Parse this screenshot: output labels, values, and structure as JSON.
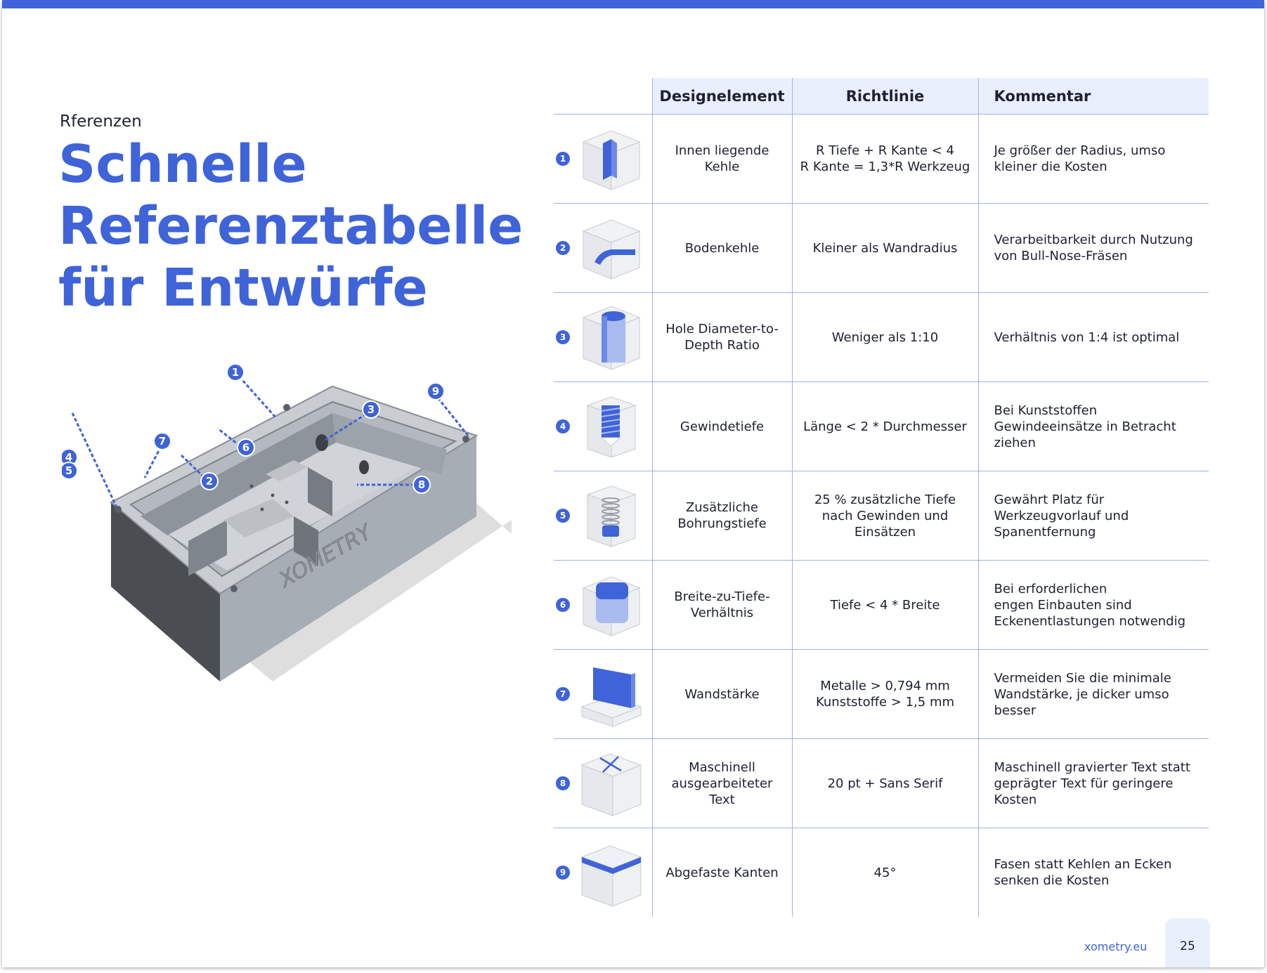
{
  "header": {
    "eyebrow": "Rferenzen",
    "title_lines": [
      "Schnelle",
      "Referenztabelle",
      "für Entwürfe"
    ]
  },
  "part_illustration": {
    "engraving": "XOMETRY",
    "callouts": [
      "1",
      "2",
      "3",
      "4",
      "5",
      "6",
      "7",
      "8",
      "9"
    ]
  },
  "table": {
    "headers": [
      "Designelement",
      "Richtlinie",
      "Kommentar"
    ],
    "rows": [
      {
        "num": "1",
        "icon": "inner-fillet-icon",
        "element": "Innen liegende Kehle",
        "guideline": "R Tiefe + R Kante < 4\nR Kante = 1,3*R Werkzeug",
        "comment": "Je größer der Radius, umso\nkleiner die Kosten"
      },
      {
        "num": "2",
        "icon": "floor-fillet-icon",
        "element": "Bodenkehle",
        "guideline": "Kleiner als Wandradius",
        "comment": "Verarbeitbarkeit durch Nutzung\nvon Bull-Nose-Fräsen"
      },
      {
        "num": "3",
        "icon": "hole-ratio-icon",
        "element": "Hole Diameter-to-\nDepth Ratio",
        "guideline": "Weniger als 1:10",
        "comment": "Verhältnis von 1:4 ist optimal"
      },
      {
        "num": "4",
        "icon": "thread-depth-icon",
        "element": "Gewindetiefe",
        "guideline": "Länge < 2 * Durchmesser",
        "comment": "Bei Kunststoffen\nGewindeeinsätze in Betracht\nziehen"
      },
      {
        "num": "5",
        "icon": "extra-bore-depth-icon",
        "element": "Zusätzliche\nBohrungstiefe",
        "guideline": "25 % zusätzliche Tiefe\nnach Gewinden und\nEinsätzen",
        "comment": "Gewährt Platz für\nWerkzeugvorlauf und\nSpanentfernung"
      },
      {
        "num": "6",
        "icon": "pocket-ratio-icon",
        "element": "Breite-zu-Tiefe-\nVerhältnis",
        "guideline": "Tiefe < 4 * Breite",
        "comment": "Bei erforderlichen\nengen Einbauten sind\nEckenentlastungen notwendig"
      },
      {
        "num": "7",
        "icon": "wall-thickness-icon",
        "element": "Wandstärke",
        "guideline": "Metalle > 0,794 mm\nKunststoffe > 1,5 mm",
        "comment": "Vermeiden Sie die minimale\nWandstärke, je dicker umso\nbesser"
      },
      {
        "num": "8",
        "icon": "engraved-text-icon",
        "element": "Maschinell\nausgearbeiteter\nText",
        "guideline": "20 pt + Sans Serif",
        "comment": "Maschinell gravierter Text statt\ngeprägter Text für geringere\nKosten"
      },
      {
        "num": "9",
        "icon": "chamfer-edge-icon",
        "element": "Abgefaste Kanten",
        "guideline": "45°",
        "comment": "Fasen statt Kehlen an Ecken\nsenken die Kosten"
      }
    ]
  },
  "footer": {
    "site": "xometry.eu",
    "page_number": "25"
  },
  "colors": {
    "accent": "#3f63d8",
    "header_fill": "#eaf0fb",
    "rule": "#9fb2e4",
    "text": "#1e2230"
  }
}
